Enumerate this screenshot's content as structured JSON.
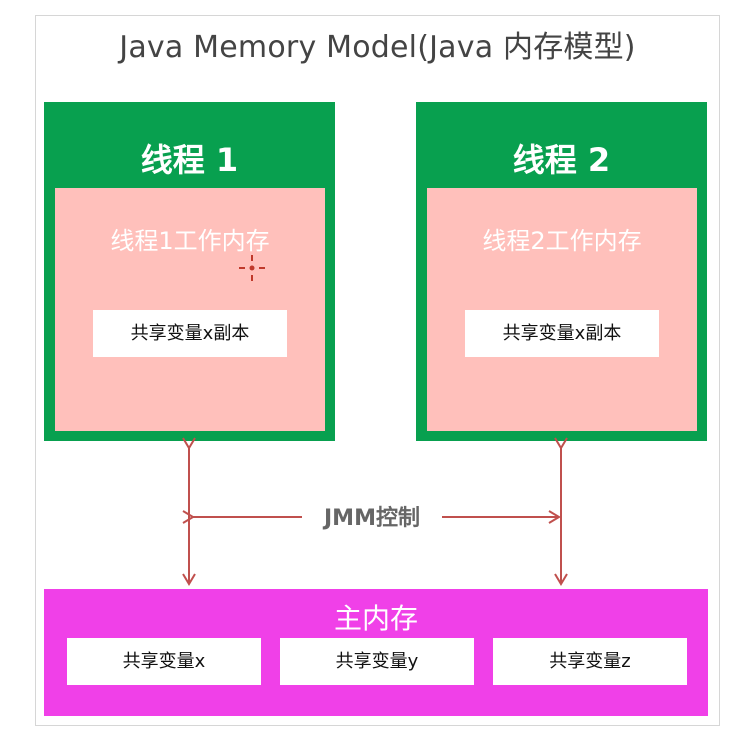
{
  "title": "Java Memory Model(Java 内存模型)",
  "threads": [
    {
      "title": "线程 1",
      "work_memory_label": "线程1工作内存",
      "copy_label": "共享变量x副本"
    },
    {
      "title": "线程 2",
      "work_memory_label": "线程2工作内存",
      "copy_label": "共享变量x副本"
    }
  ],
  "jmm_label": "JMM控制",
  "main_memory": {
    "title": "主内存",
    "variables": [
      "共享变量x",
      "共享变量y",
      "共享变量z"
    ]
  },
  "colors": {
    "thread_box": "#08a04f",
    "work_memory": "#ffc0bb",
    "main_memory": "#f040e8",
    "arrow": "#c0504d"
  }
}
